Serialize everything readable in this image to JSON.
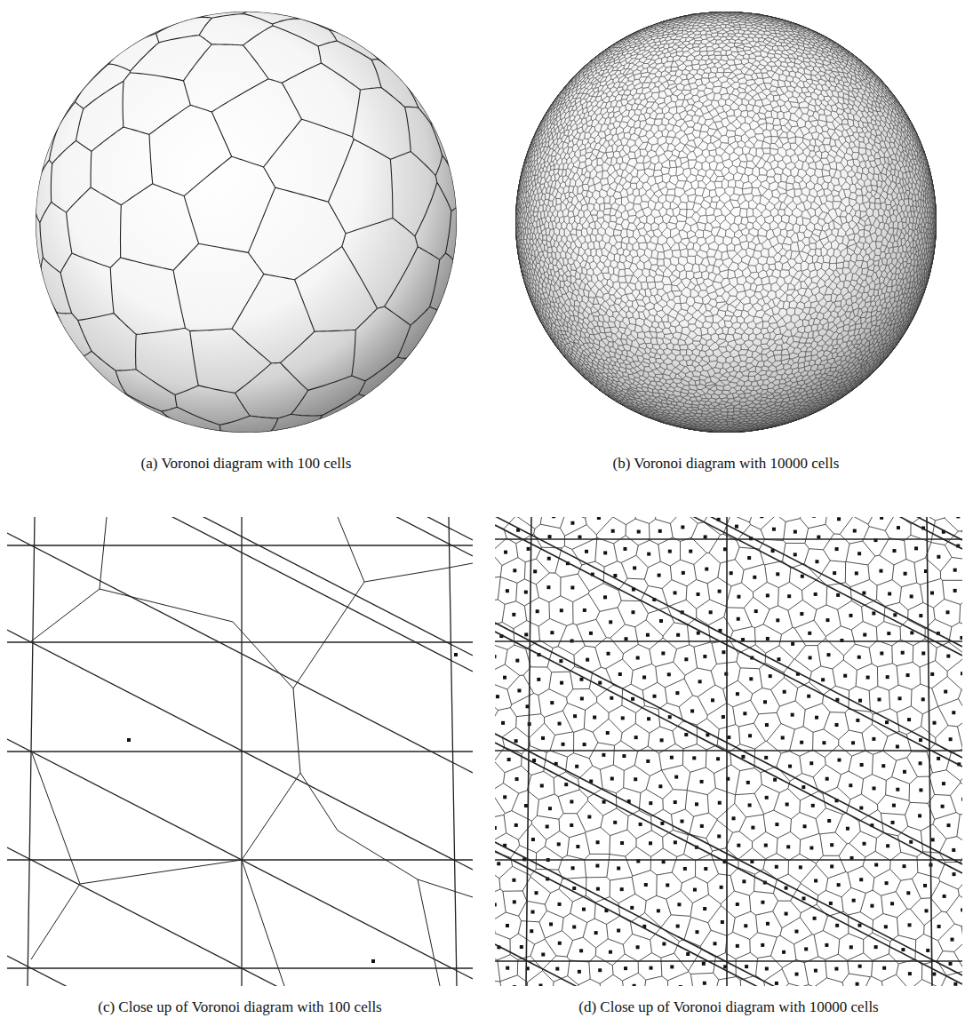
{
  "diagram": {
    "labels": [
      "(a) Voronoi diagram with 100 cells",
      "(b) Voronoi diagram with 10000 cells",
      "(c) Close up of Voronoi diagram with 100 cells",
      "(d) Close up of Voronoi diagram with 10000 cells"
    ]
  }
}
